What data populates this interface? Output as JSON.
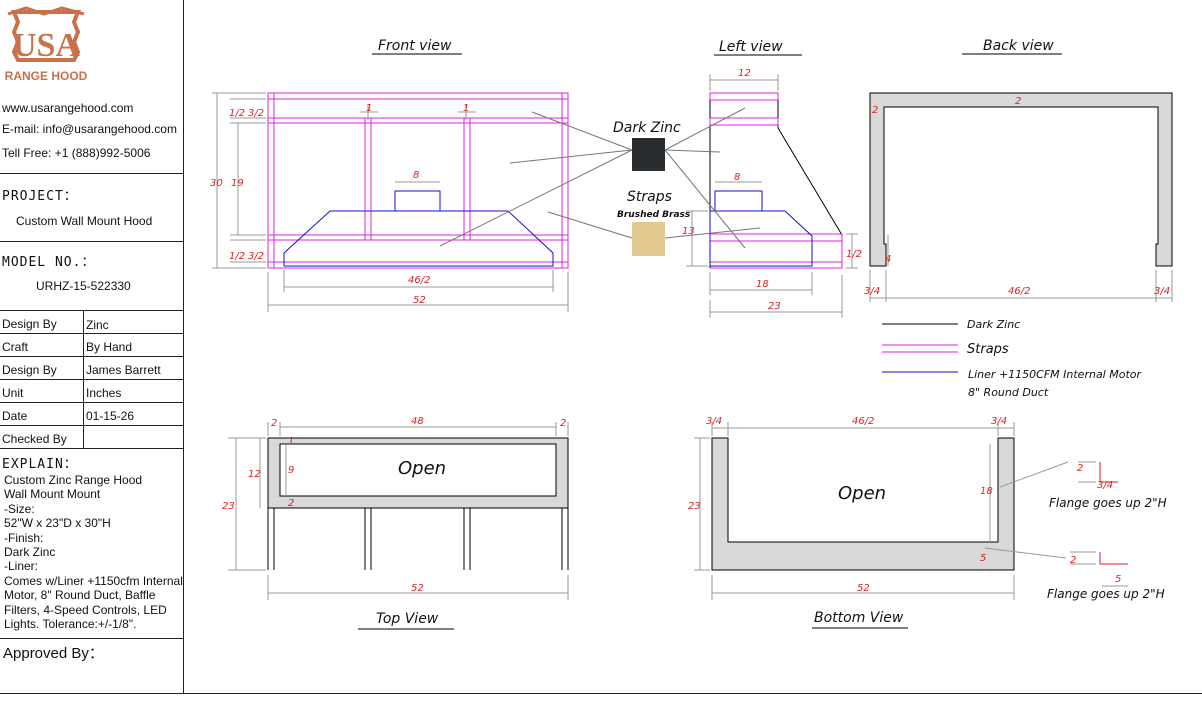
{
  "brand": {
    "logo_text": "USA",
    "logo_sub": "RANGE HOOD",
    "logo_color": "#c9714b"
  },
  "contact": {
    "website": "www.usarangehood.com",
    "email": "E-mail: info@usarangehood.com",
    "phone": "Tell Free: +1 (888)992-5006"
  },
  "project": {
    "label": "PROJECT：",
    "value": "Custom Wall Mount Hood"
  },
  "model": {
    "label": "MODEL NO.：",
    "value": "URHZ-15-522330"
  },
  "specs": [
    {
      "label": "Design By",
      "value": "Zinc"
    },
    {
      "label": "Craft",
      "value": "By Hand"
    },
    {
      "label": "Design By",
      "value": "James Barrett"
    },
    {
      "label": "Unit",
      "value": "Inches"
    },
    {
      "label": "Date",
      "value": "01-15-26"
    },
    {
      "label": "Checked By",
      "value": ""
    }
  ],
  "explain": {
    "label": "EXPLAIN：",
    "lines": [
      "Custom Zinc Range Hood",
      "Wall Mount Mount",
      "-Size:",
      "52\"W x 23\"D x 30\"H",
      "-Finish:",
      "Dark Zinc",
      "-Liner:",
      "Comes w/Liner +1150cfm Internal",
      "Motor, 8\" Round Duct, Baffle",
      "Filters, 4-Speed Controls, LED",
      "Lights. Tolerance:+/-1/8\"."
    ]
  },
  "approved": {
    "label": "Approved By："
  },
  "views": {
    "front": "Front view",
    "left": "Left view",
    "back": "Back view",
    "top": "Top View",
    "bottom": "Bottom View"
  },
  "materials": {
    "dark_zinc_label": "Dark Zinc",
    "straps_label": "Straps",
    "straps_sub": "Brushed Brass",
    "dark_zinc_color": "#2a2d2f",
    "brass_color": "#e3c98f"
  },
  "legend": {
    "dark_zinc": "Dark Zinc",
    "straps": "Straps",
    "liner_line1": "Liner +1150CFM Internal Motor",
    "liner_line2": "8\" Round Duct"
  },
  "colors": {
    "zinc_line": "#000000",
    "strap_line": "#e020e0",
    "liner_line": "#1010d0",
    "dim_text": "#e02020",
    "fill_gray": "#d9d9d9"
  },
  "annotations": {
    "open_top": "Open",
    "open_bottom": "Open",
    "flange1": "Flange goes up 2\"H",
    "flange2": "Flange goes up 2\"H"
  },
  "dims": {
    "front_total_h": "30",
    "front_inner_h": "19",
    "front_top_a": "1/2",
    "front_top_b": "3/2",
    "front_bot_a": "1/2",
    "front_bot_b": "3/2",
    "front_duct": "8",
    "front_liner_w": "46/2",
    "front_w": "52",
    "front_strap_v1": "1",
    "front_strap_v2": "1",
    "left_top": "12",
    "left_duct": "8",
    "left_liner_h": "13",
    "left_liner_d": "18",
    "left_d": "23",
    "left_side": "1/2",
    "back_top": "2",
    "back_side": "2",
    "back_leg": "4",
    "back_left": "3/4",
    "back_right": "3/4",
    "back_w": "46/2",
    "top_left": "2",
    "top_w": "48",
    "top_right": "2",
    "top_front": "12",
    "top_open": "9",
    "top_a": "1",
    "top_b": "2",
    "top_d": "23",
    "top_total": "52",
    "bot_left": "3/4",
    "bot_mid": "46/2",
    "bot_right": "3/4",
    "bot_d": "23",
    "bot_side": "18",
    "bot_front": "5",
    "bot_total": "52",
    "flange_a": "2",
    "flange_b": "3/4",
    "flange_c": "2",
    "flange_d": "5"
  }
}
